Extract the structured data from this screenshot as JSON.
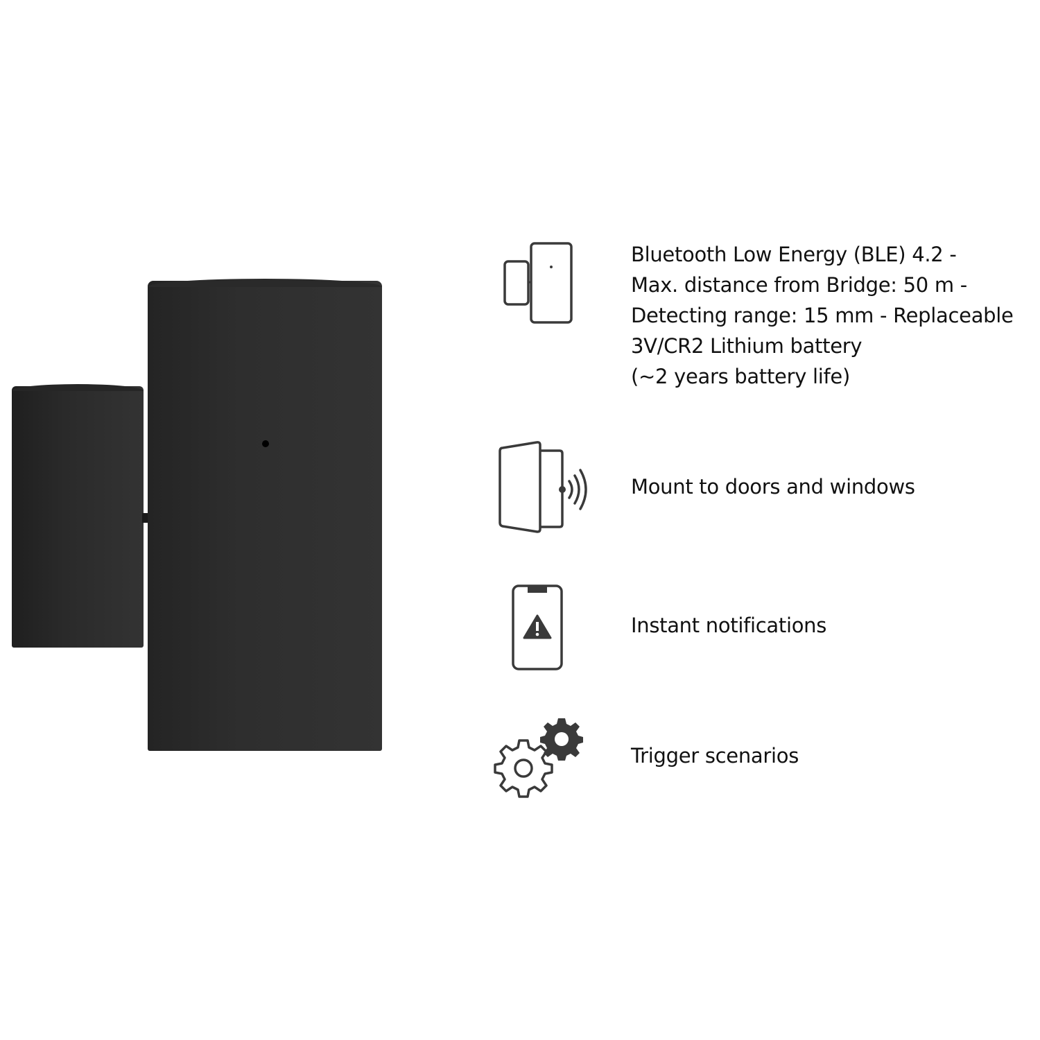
{
  "product": {
    "name": "door-window-contact-sensor",
    "color": "#2e2e2e"
  },
  "features": [
    {
      "icon": "contact-sensor-icon",
      "text": "Bluetooth Low Energy (BLE) 4.2 -\nMax. distance from Bridge: 50 m -\nDetecting range: 15 mm - Replaceable\n3V/CR2 Lithium battery\n(~2 years battery life)"
    },
    {
      "icon": "door-signal-icon",
      "text": "Mount to doors and windows"
    },
    {
      "icon": "phone-alert-icon",
      "text": "Instant notifications"
    },
    {
      "icon": "gears-icon",
      "text": "Trigger scenarios"
    }
  ],
  "colors": {
    "icon_stroke": "#3a3a3a",
    "text": "#111111",
    "background": "#ffffff"
  }
}
